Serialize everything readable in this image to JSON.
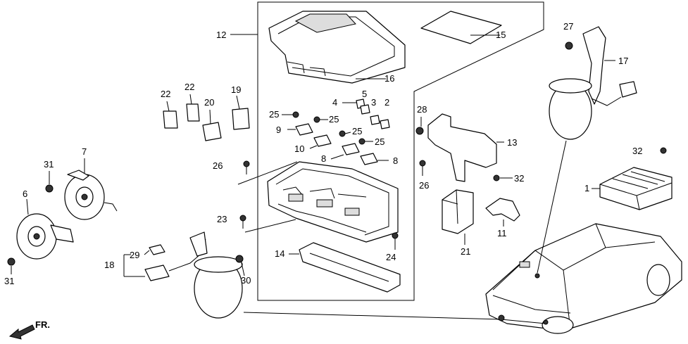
{
  "callouts": [
    "12",
    "15",
    "16",
    "22",
    "22",
    "20",
    "19",
    "4",
    "5",
    "3",
    "2",
    "25",
    "25",
    "25",
    "25",
    "9",
    "10",
    "8",
    "8",
    "28",
    "13",
    "26",
    "26",
    "32",
    "21",
    "11",
    "27",
    "17",
    "32",
    "1",
    "7",
    "31",
    "6",
    "31",
    "23",
    "14",
    "24",
    "29",
    "18",
    "30"
  ],
  "direction_label": "FR."
}
